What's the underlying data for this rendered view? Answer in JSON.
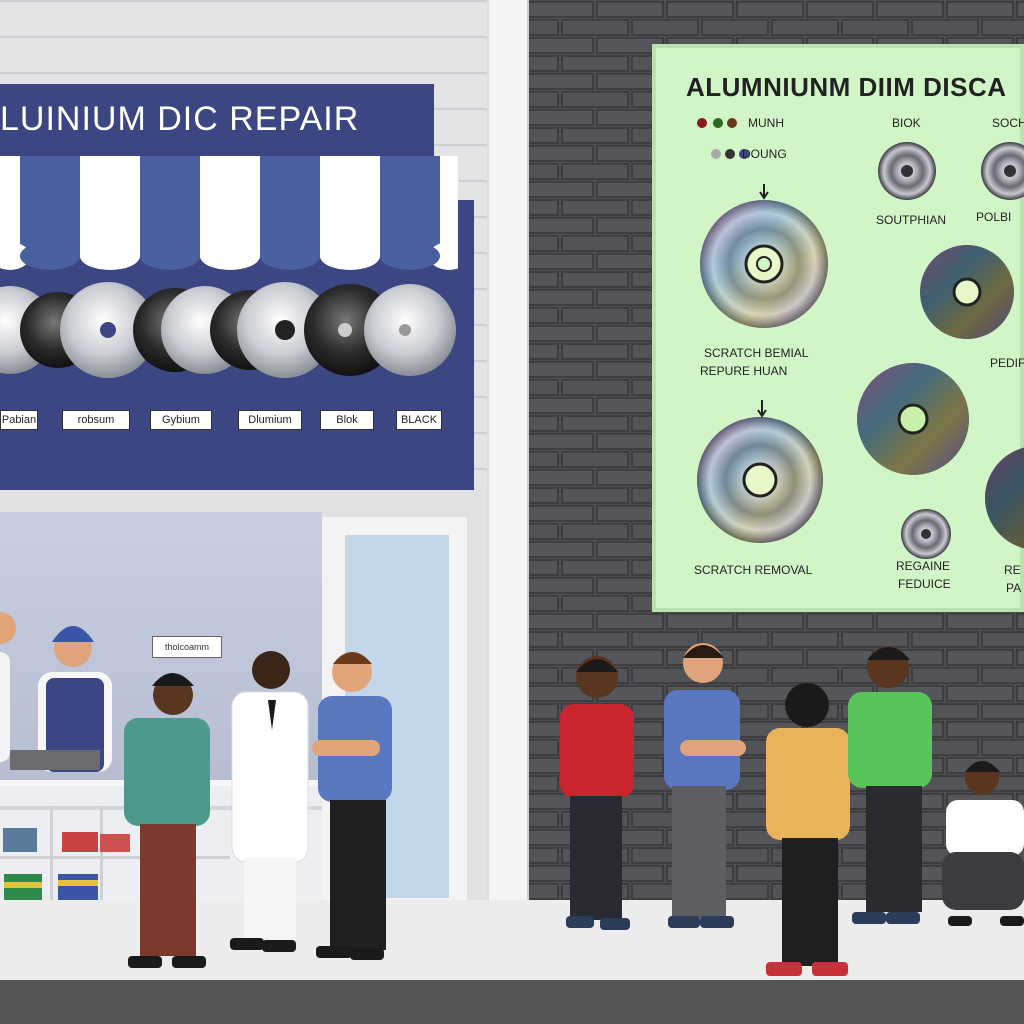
{
  "shop_sign": {
    "text": "LUINIUM DIC REPAIR"
  },
  "display_labels": [
    "Pabian",
    "robsum",
    "Gybium",
    "Dlumium",
    "Blok",
    "BLACK"
  ],
  "store_tag": "tholcoamm",
  "poster": {
    "title": "ALUMNIUNM DIIM  DISCA",
    "legend": [
      "MUNH",
      "DOUNG"
    ],
    "labels": {
      "top_mid": "BIOK",
      "top_right": "SOCH",
      "south": "SOUTPHIAN",
      "pol": "POLBI",
      "scratch_1": "SCRATCH BEMIAL",
      "repair": "REPURE HUAN",
      "pedi": "PEDIF",
      "scratch_2": "SCRATCH REMOVAL",
      "reign": "REGAINE",
      "feduce": "FEDUICE",
      "re": "RE",
      "pa": "PA"
    }
  },
  "colors": {
    "sign_navy": "#3b4682",
    "poster_green": "#d2f5c8",
    "wall_dark": "#4e4e52"
  }
}
